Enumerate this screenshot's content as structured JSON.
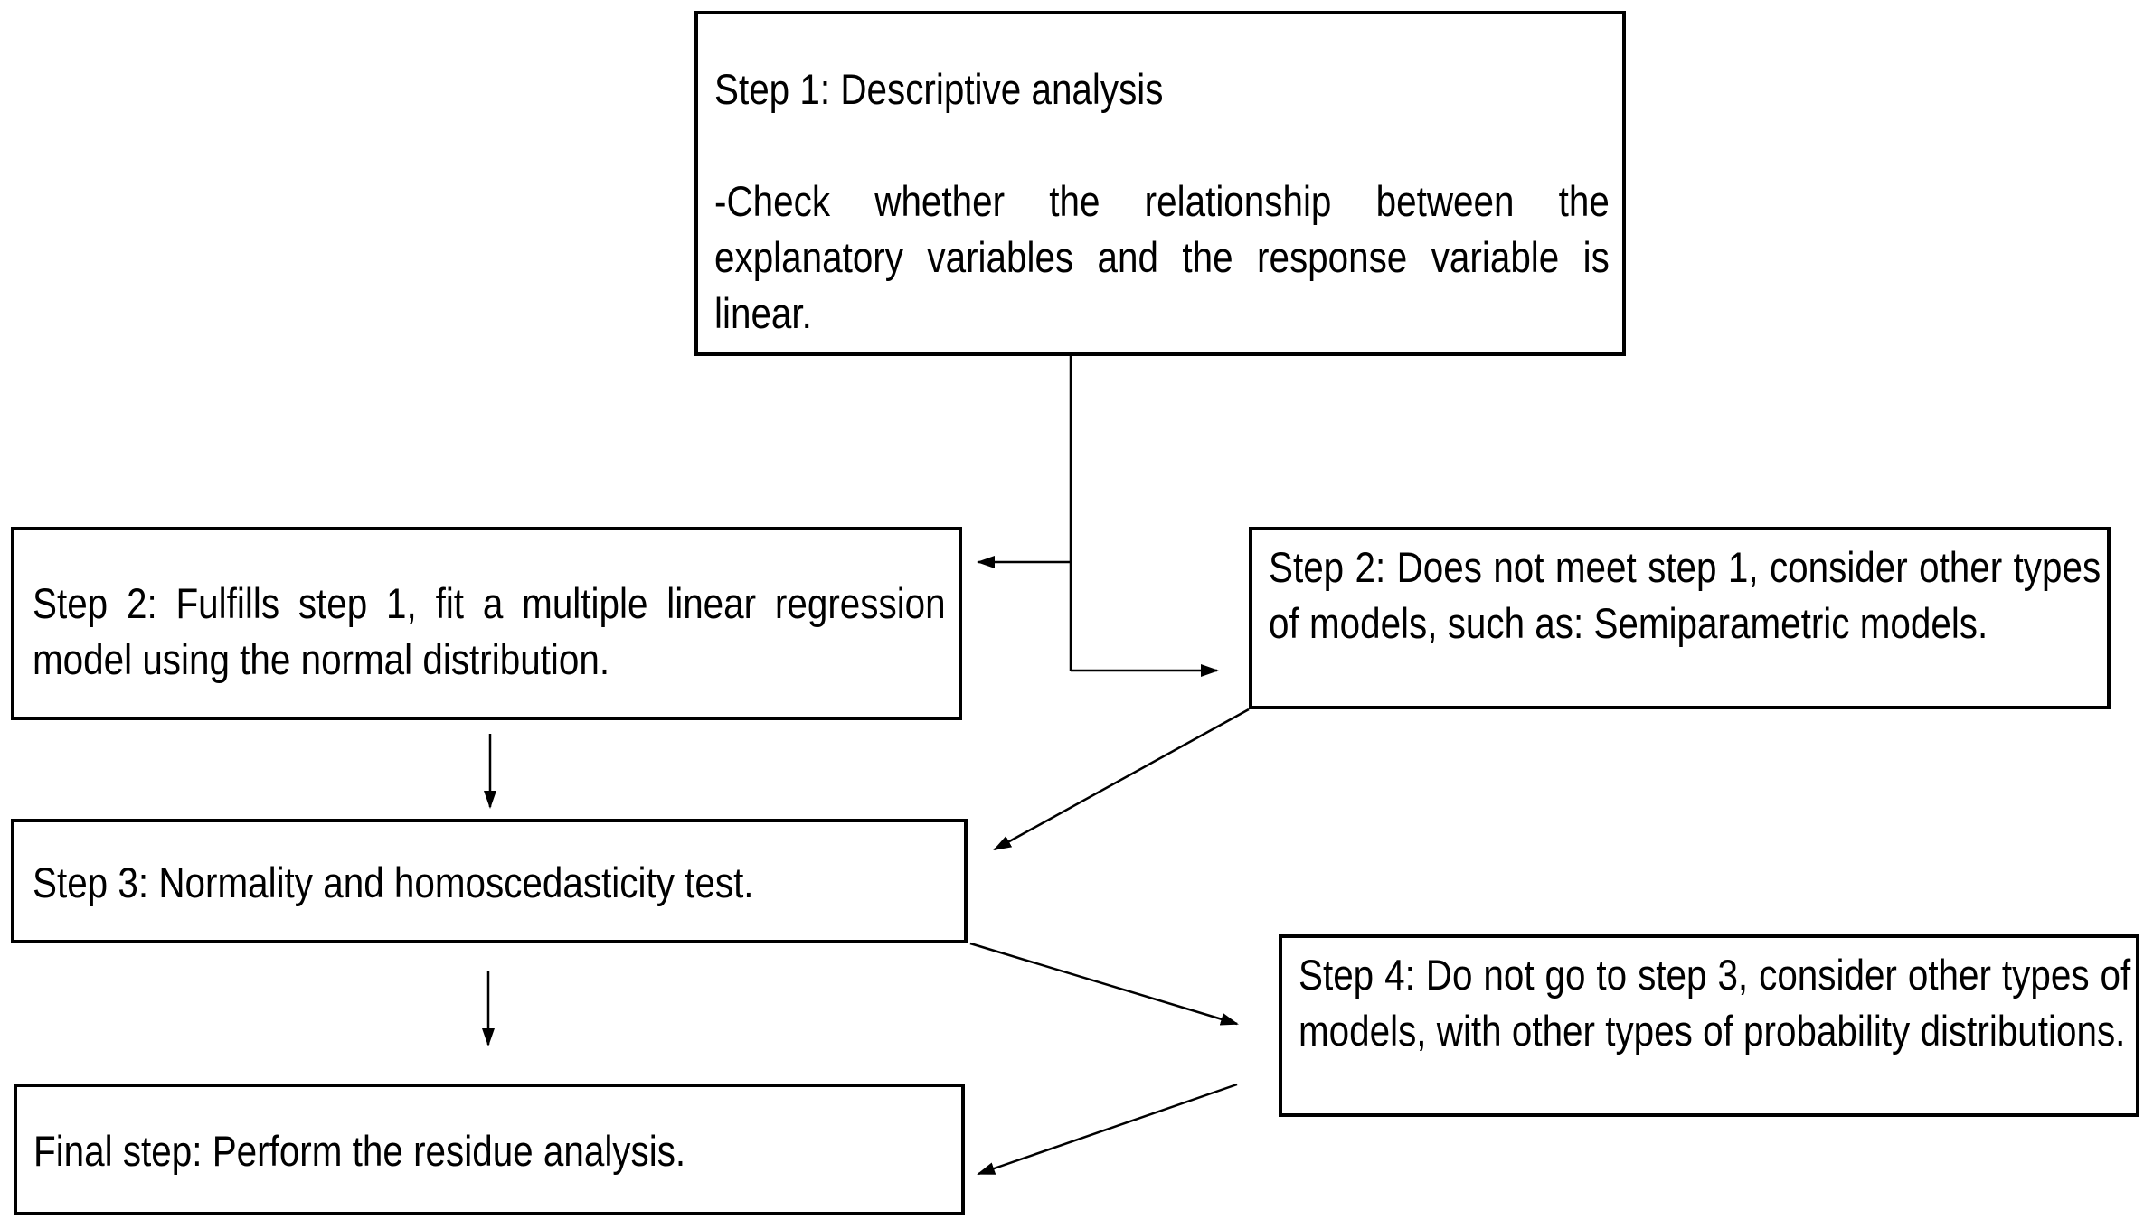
{
  "step1": {
    "title": "Step 1: Descriptive analysis",
    "body": "-Check whether the relationship between the explanatory variables and the response variable is linear."
  },
  "step2_fulfills": {
    "text": "Step 2: Fulfills step 1, fit a multiple linear regression model using the normal distribution."
  },
  "step2_not_meet": {
    "text": "Step 2: Does not meet step 1, consider other types of models, such as: Semiparametric models."
  },
  "step3": {
    "text": "Step 3: Normality and homoscedasticity test."
  },
  "step4": {
    "text": "Step 4: Do not go to step 3, consider other types of models, with other types of probability distributions."
  },
  "final_step": {
    "text": "Final step: Perform the residue analysis."
  }
}
